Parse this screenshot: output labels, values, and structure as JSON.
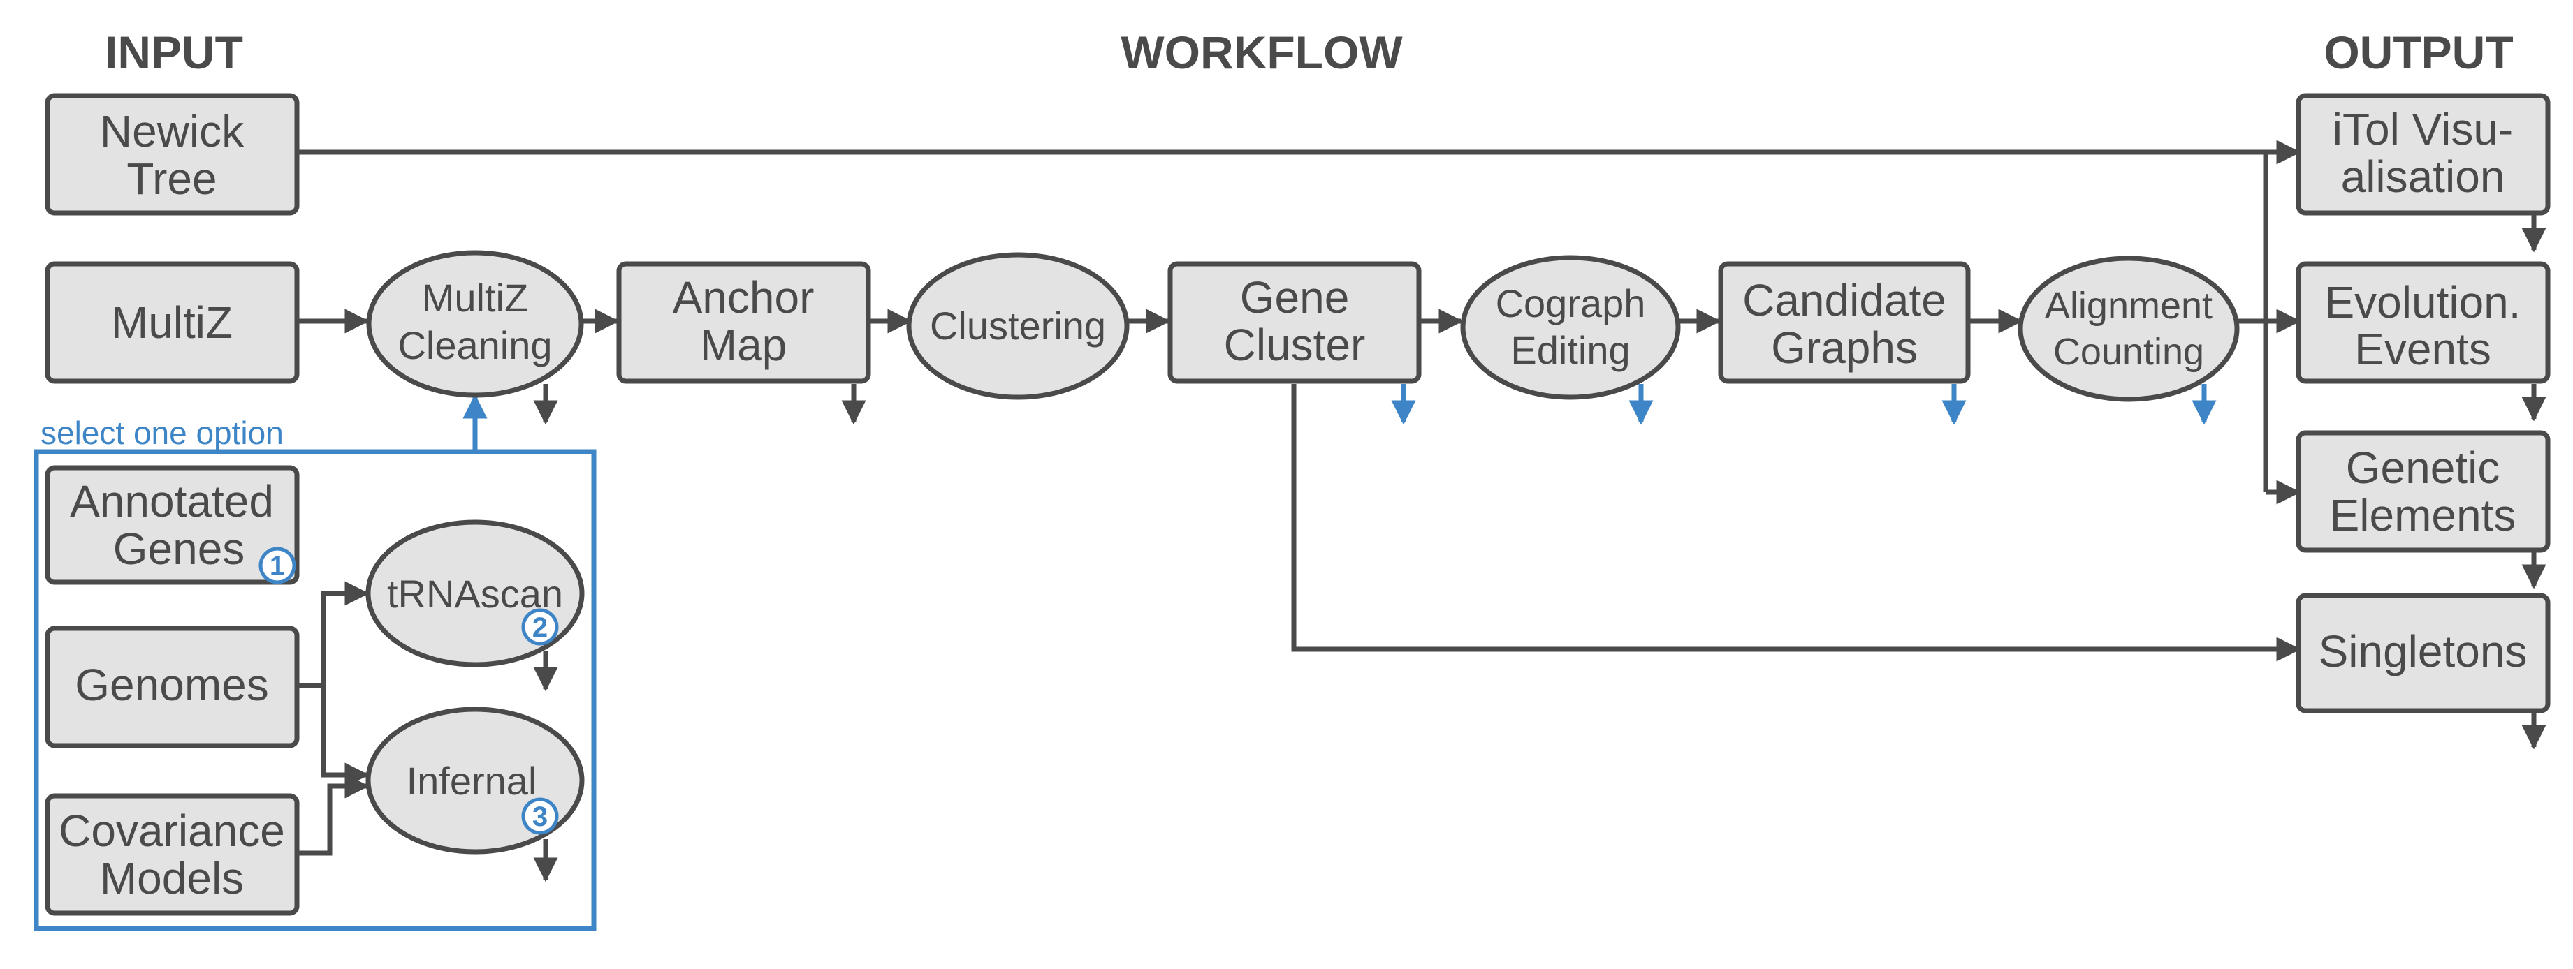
{
  "headers": {
    "input": "INPUT",
    "workflow": "WORKFLOW",
    "output": "OUTPUT"
  },
  "inputs": {
    "newick_tree": [
      "Newick",
      "Tree"
    ],
    "multiz": "MultiZ",
    "annotated_genes": [
      "Annotated",
      "Genes"
    ],
    "genomes": "Genomes",
    "covariance_models": [
      "Covariance",
      "Models"
    ]
  },
  "workflow": {
    "multiz_cleaning": [
      "MultiZ",
      "Cleaning"
    ],
    "anchor_map": [
      "Anchor",
      "Map"
    ],
    "clustering": "Clustering",
    "gene_cluster": [
      "Gene",
      "Cluster"
    ],
    "cograph_editing": [
      "Cograph",
      "Editing"
    ],
    "candidate_graphs": [
      "Candidate",
      "Graphs"
    ],
    "alignment_counting": [
      "Alignment",
      "Counting"
    ],
    "trnascan": "tRNAscan",
    "infernal": "Infernal"
  },
  "outputs": {
    "itol": [
      "iTol Visu-",
      "alisation"
    ],
    "evolution_events": [
      "Evolution.",
      "Events"
    ],
    "genetic_elements": [
      "Genetic",
      "Elements"
    ],
    "singletons": "Singletons"
  },
  "select_option_label": "select one option",
  "badges": {
    "one": "1",
    "two": "2",
    "three": "3"
  },
  "colors": {
    "node_fill": "#e2e3e2",
    "stroke": "#4a4a4a",
    "accent_blue": "#3d85c6"
  }
}
